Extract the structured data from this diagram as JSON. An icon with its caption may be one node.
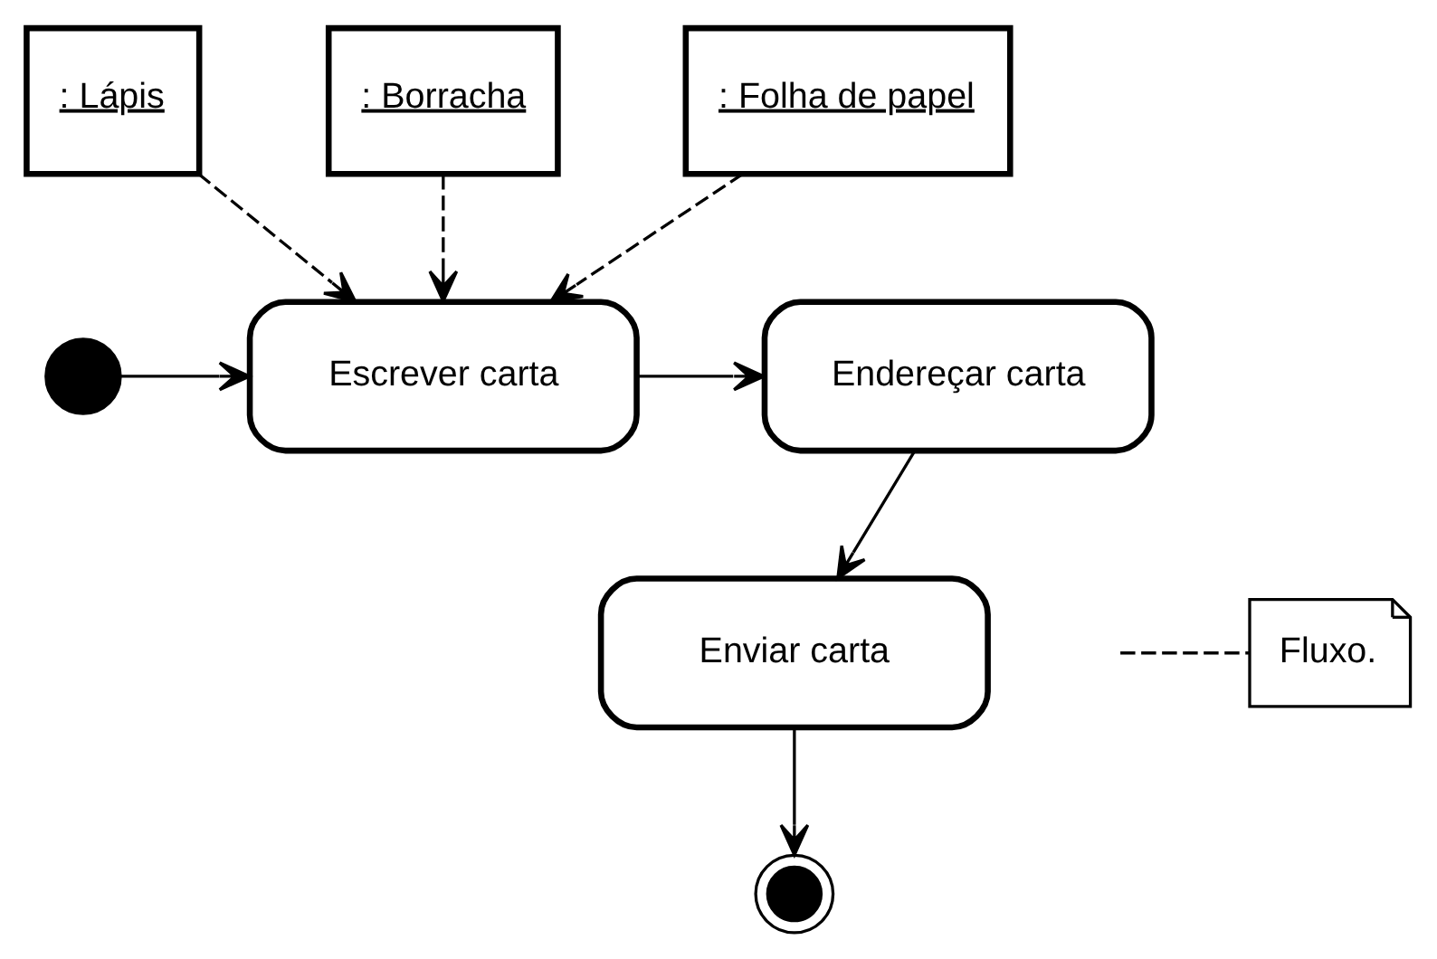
{
  "diagram": {
    "nodes": [
      {
        "text": [
          ": Lápis"
        ]
      },
      {
        "text": [
          ": Borracha"
        ]
      },
      {
        "text": [
          ": Folha de papel"
        ]
      },
      {
        "text": [],
        "shape": "circle"
      },
      {
        "text": [
          "Escrever carta"
        ]
      },
      {
        "text": [
          "Endereçar carta"
        ]
      },
      {
        "text": [
          "Fluxo."
        ]
      },
      {
        "text": [
          "Enviar carta"
        ]
      },
      {
        "text": [],
        "shape": "circle"
      }
    ],
    "edges": [
      {
        "from": 0,
        "to": 4,
        "arrow": "to",
        "style": "dashed"
      },
      {
        "from": 1,
        "to": 4,
        "arrow": "to",
        "style": "dashed"
      },
      {
        "from": 2,
        "to": 4,
        "arrow": "to",
        "style": "dashed"
      },
      {
        "from": 3,
        "to": 4,
        "arrow": "to"
      },
      {
        "from": 4,
        "to": 5,
        "arrow": "to"
      },
      {
        "from": 5,
        "to": 7,
        "arrow": "to"
      },
      {
        "from": 6,
        "to": null,
        "arrow": "none",
        "style": "dashed"
      },
      {
        "from": 7,
        "to": 8,
        "arrow": "to"
      }
    ]
  }
}
